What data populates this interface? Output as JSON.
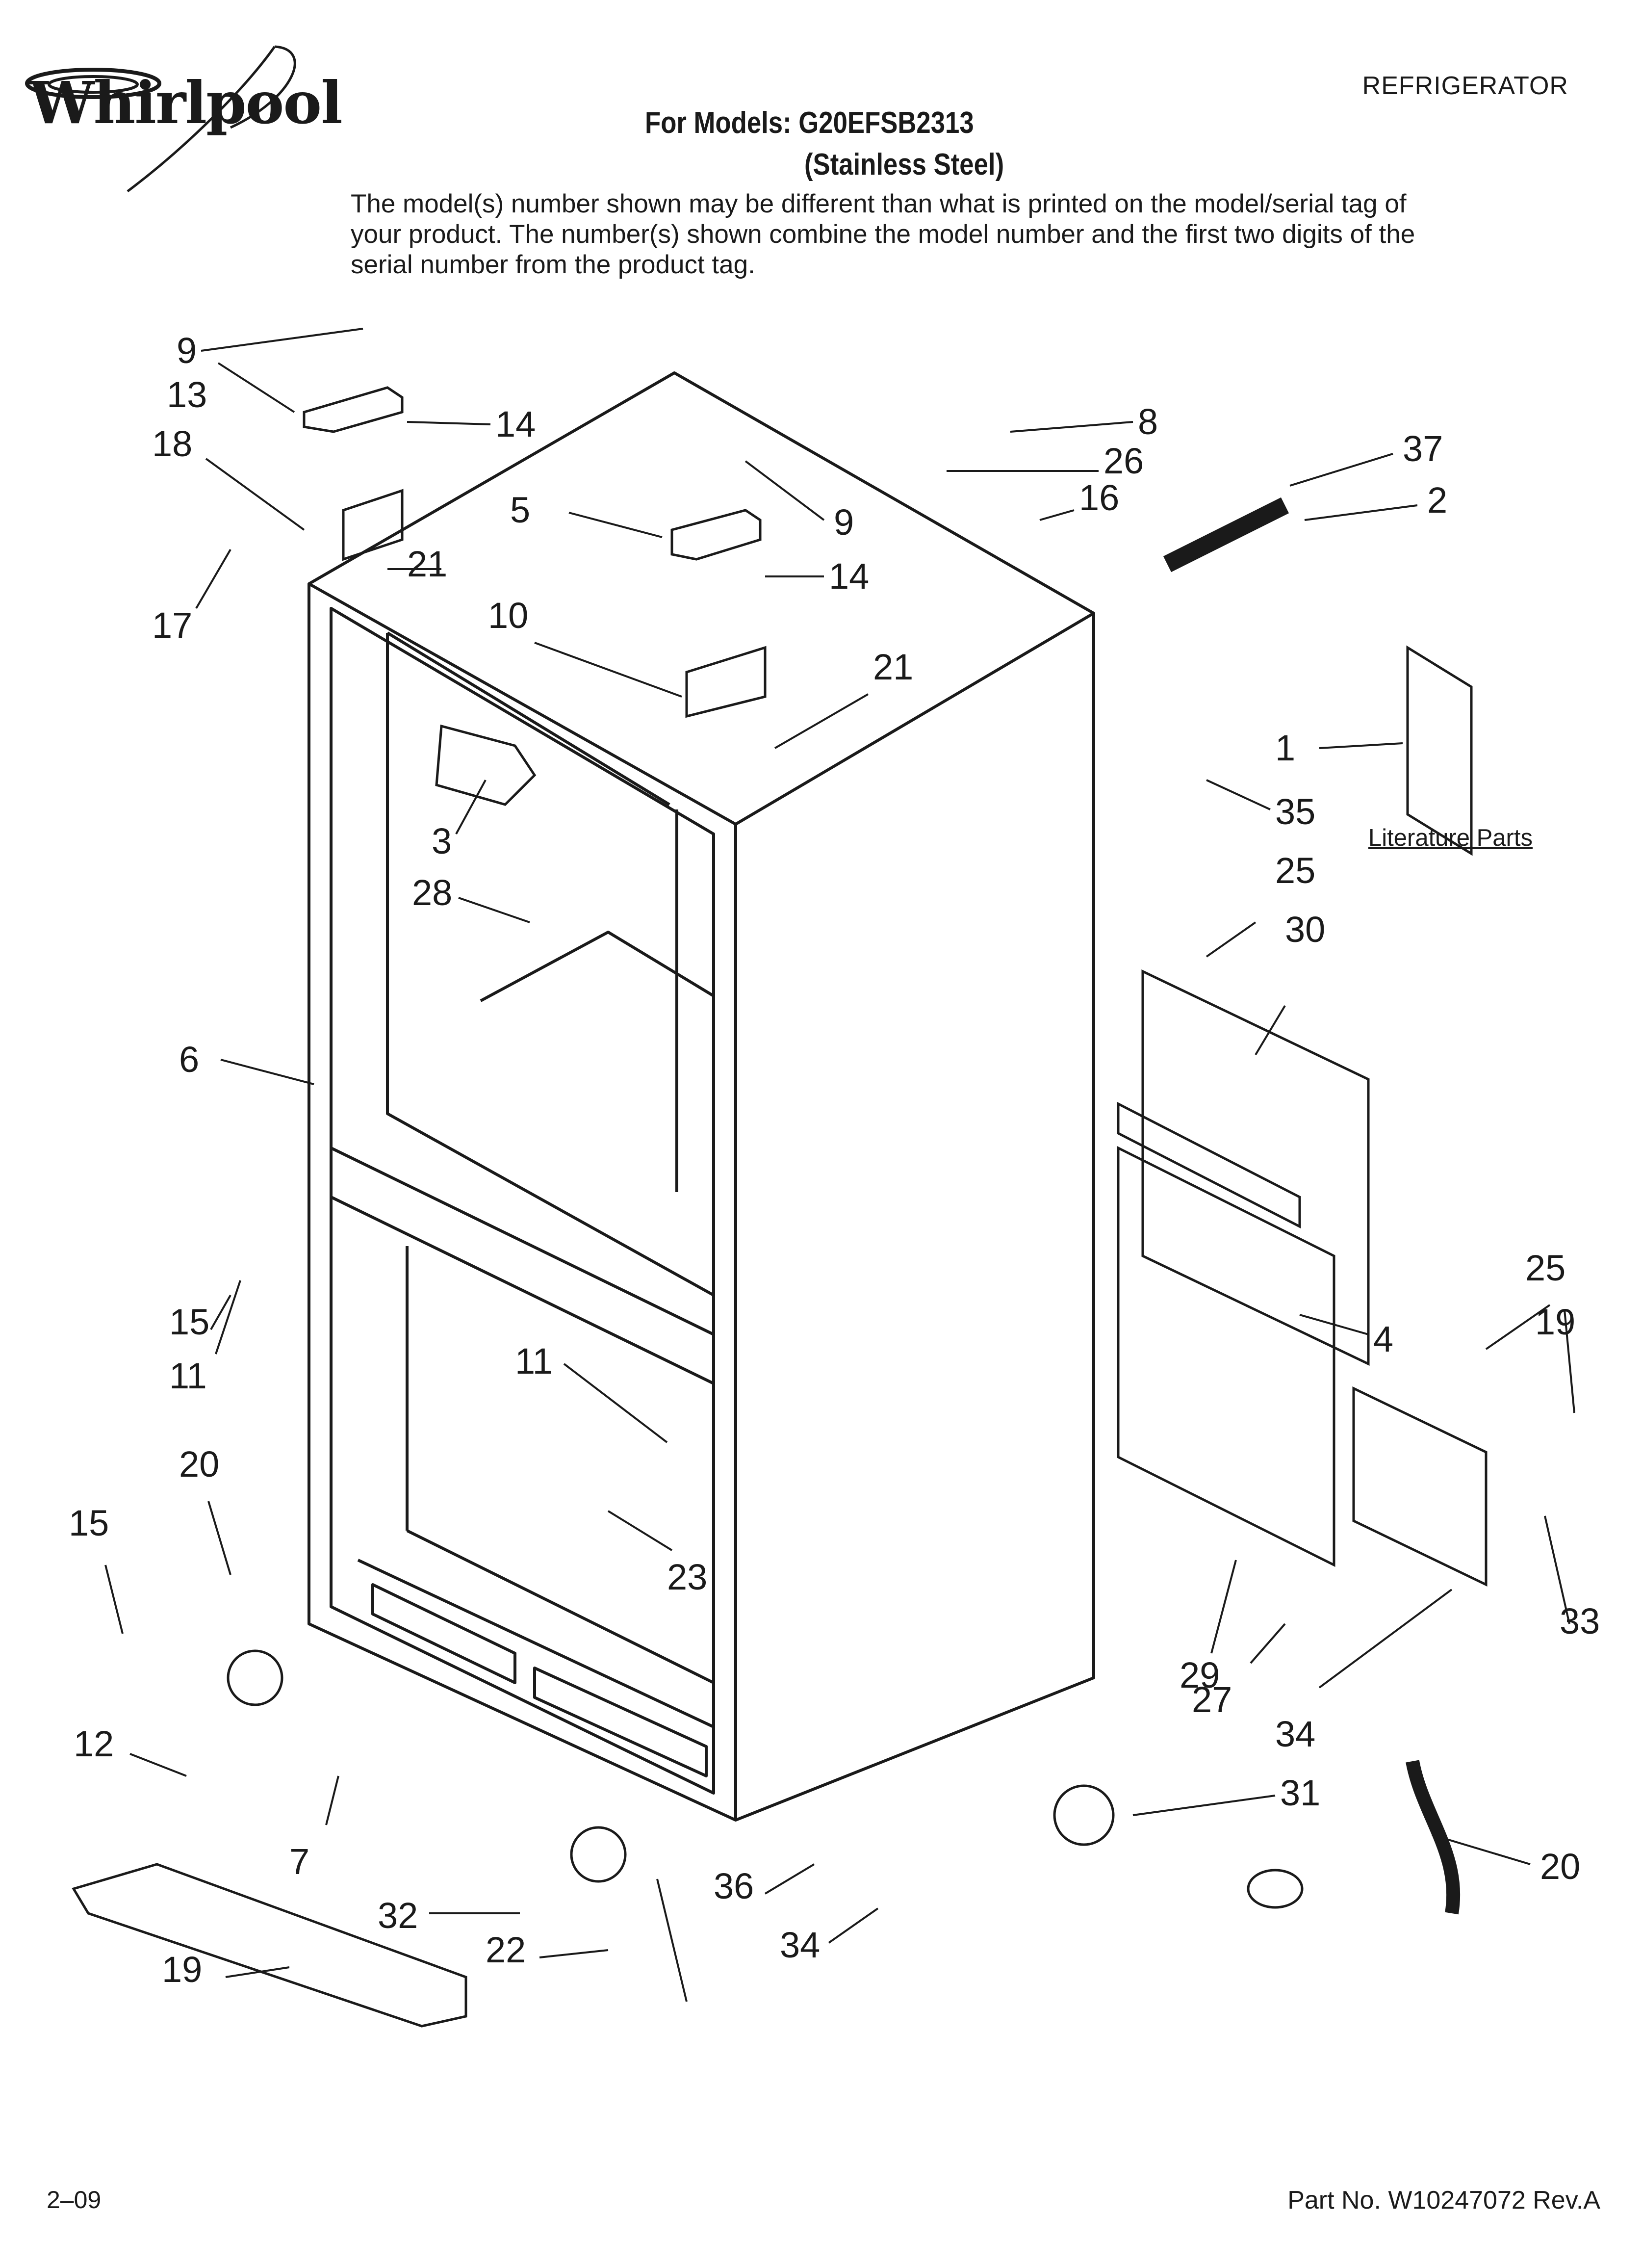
{
  "brand": {
    "logo_text": "Whirlpool"
  },
  "header": {
    "category": "REFRIGERATOR",
    "models_line": "For Models: G20EFSB2313",
    "finish_line": "(Stainless Steel)",
    "note": "The model(s) number shown may be different than what is printed on the model/serial tag of your product. The number(s) shown combine the model number and the first two digits of the serial number from the product tag."
  },
  "literature_label": "Literature Parts",
  "callouts": [
    "9",
    "13",
    "18",
    "17",
    "14",
    "21",
    "5",
    "9",
    "14",
    "10",
    "21",
    "8",
    "26",
    "16",
    "37",
    "2",
    "1",
    "35",
    "3",
    "28",
    "6",
    "25",
    "30",
    "15",
    "11",
    "11",
    "4",
    "25",
    "19",
    "20",
    "15",
    "23",
    "33",
    "29",
    "27",
    "34",
    "12",
    "7",
    "31",
    "36",
    "20",
    "32",
    "34",
    "22",
    "19"
  ],
  "footer": {
    "date": "2–09",
    "part_no": "Part No. W10247072 Rev.A"
  }
}
